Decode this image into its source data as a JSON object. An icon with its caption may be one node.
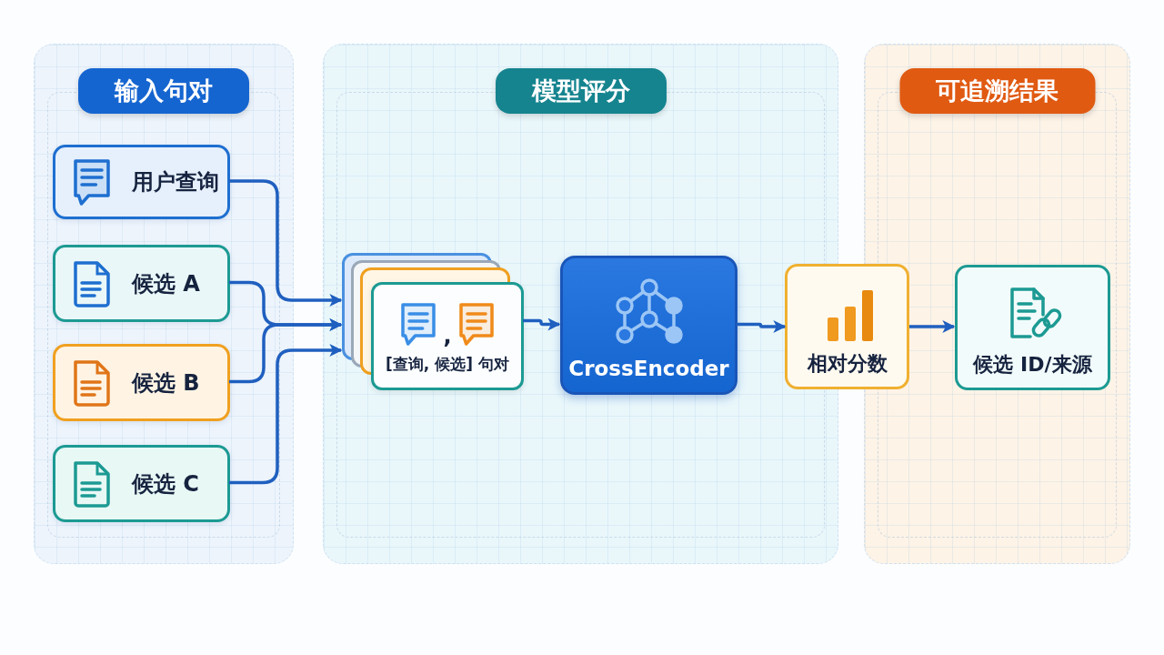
{
  "diagram": {
    "nodes": [
      {
        "text": [
          "输入句对"
        ]
      },
      {
        "text": [
          "用户查询"
        ],
        "in": 0
      },
      {
        "text": [
          "候选 A"
        ],
        "in": 0
      },
      {
        "text": [
          "候选 B"
        ],
        "in": 0
      },
      {
        "text": [
          "候选 C"
        ],
        "in": 0
      },
      {
        "text": [
          "模型评分"
        ]
      },
      {
        "text": [
          ",",
          "[查询, 候选] 句对"
        ],
        "in": 5
      },
      {
        "text": [
          "CrossEncoder"
        ],
        "in": 5
      },
      {
        "text": [
          "可追溯结果"
        ]
      },
      {
        "text": [
          "相对分数"
        ]
      },
      {
        "text": [
          "候选 ID/来源"
        ],
        "in": 8
      }
    ],
    "edges": [
      {
        "from": 1,
        "to": 6,
        "arrow": "to"
      },
      {
        "from": 2,
        "to": 6,
        "arrow": "to"
      },
      {
        "from": 3,
        "to": 6,
        "arrow": "to"
      },
      {
        "from": 4,
        "to": 6,
        "arrow": "to"
      },
      {
        "from": 6,
        "to": 7,
        "arrow": "to"
      },
      {
        "from": 7,
        "to": 9,
        "arrow": "to"
      },
      {
        "from": 9,
        "to": 10,
        "arrow": "to"
      }
    ]
  }
}
